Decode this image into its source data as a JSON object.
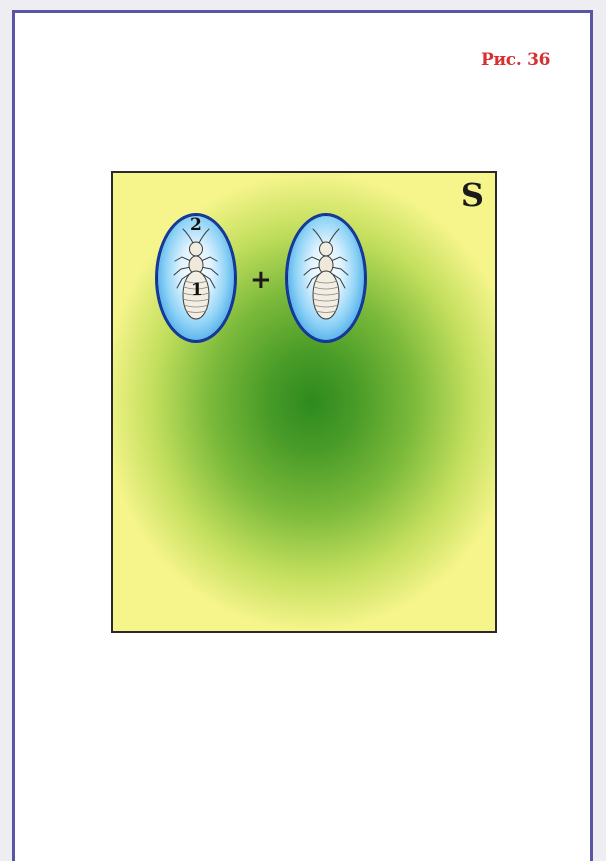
{
  "figure": {
    "label": "Рис. 36"
  },
  "panel": {
    "letter": "S",
    "colors": {
      "center": "#2d8a1e",
      "edge": "#f6f58c",
      "border": "#2a2a2a"
    }
  },
  "individuals": [
    {
      "icon": "termite-icon",
      "badges": [
        "2",
        "1"
      ]
    },
    {
      "icon": "termite-icon",
      "badges": []
    }
  ],
  "operator": "+",
  "colors": {
    "frame": "#5b55a6",
    "label": "#d63030",
    "oval_border": "#13359e",
    "oval_fill": "#8fd3f6"
  }
}
